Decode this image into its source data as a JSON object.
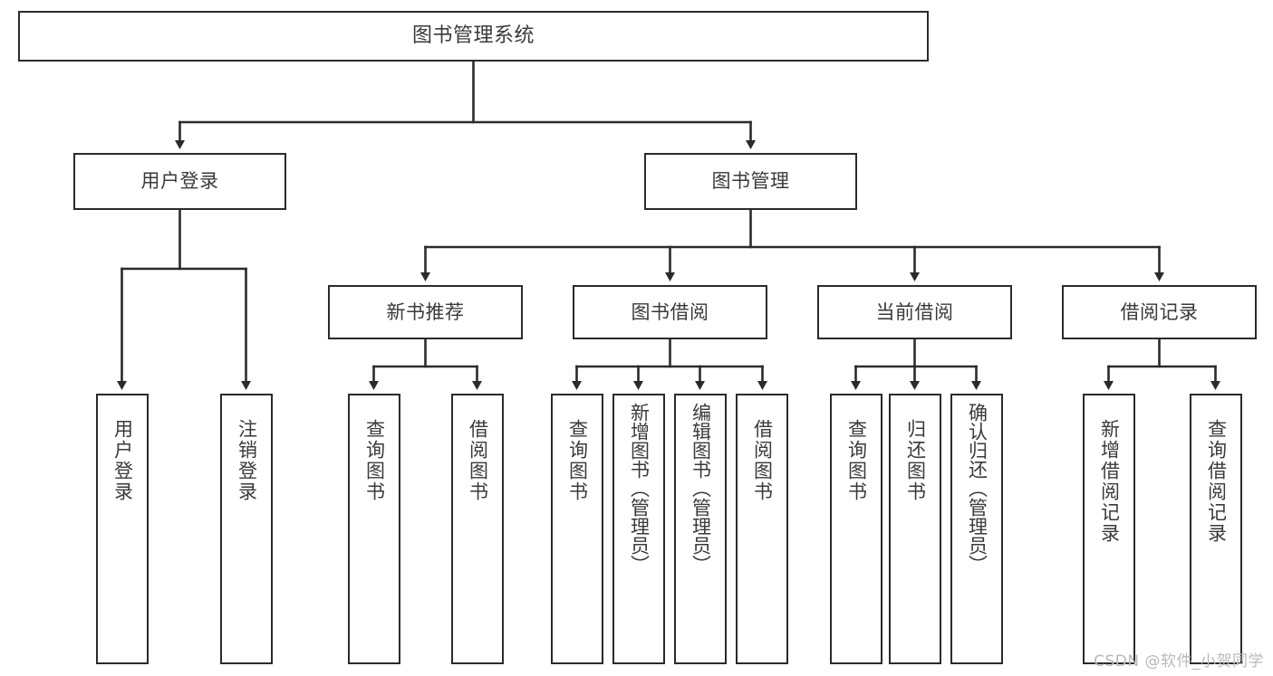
{
  "diagram": {
    "title": "图书管理系统",
    "type": "tree-hierarchy-chart",
    "stroke_color": "#2b2b2b",
    "text_color": "#3a3a3a",
    "background_color": "#ffffff",
    "levels": 4
  },
  "root": {
    "label": "图书管理系统"
  },
  "level2": [
    {
      "label": "用户登录"
    },
    {
      "label": "图书管理"
    }
  ],
  "level3": [
    {
      "label": "新书推荐"
    },
    {
      "label": "图书借阅"
    },
    {
      "label": "当前借阅"
    },
    {
      "label": "借阅记录"
    }
  ],
  "leaves": {
    "user_login": [
      {
        "label": "用户登录"
      },
      {
        "label": "注销登录"
      }
    ],
    "new_book_recommend": [
      {
        "label": "查询图书"
      },
      {
        "label": "借阅图书"
      }
    ],
    "book_borrow": [
      {
        "label": "查询图书"
      },
      {
        "label": "新增图书（管理员）"
      },
      {
        "label": "编辑图书（管理员）"
      },
      {
        "label": "借阅图书"
      }
    ],
    "current_borrow": [
      {
        "label": "查询图书"
      },
      {
        "label": "归还图书"
      },
      {
        "label": "确认归还（管理员）"
      }
    ],
    "borrow_record": [
      {
        "label": "新增借阅记录"
      },
      {
        "label": "查询借阅记录"
      }
    ]
  },
  "watermark": {
    "text": "CSDN @软件_小贺同学"
  }
}
